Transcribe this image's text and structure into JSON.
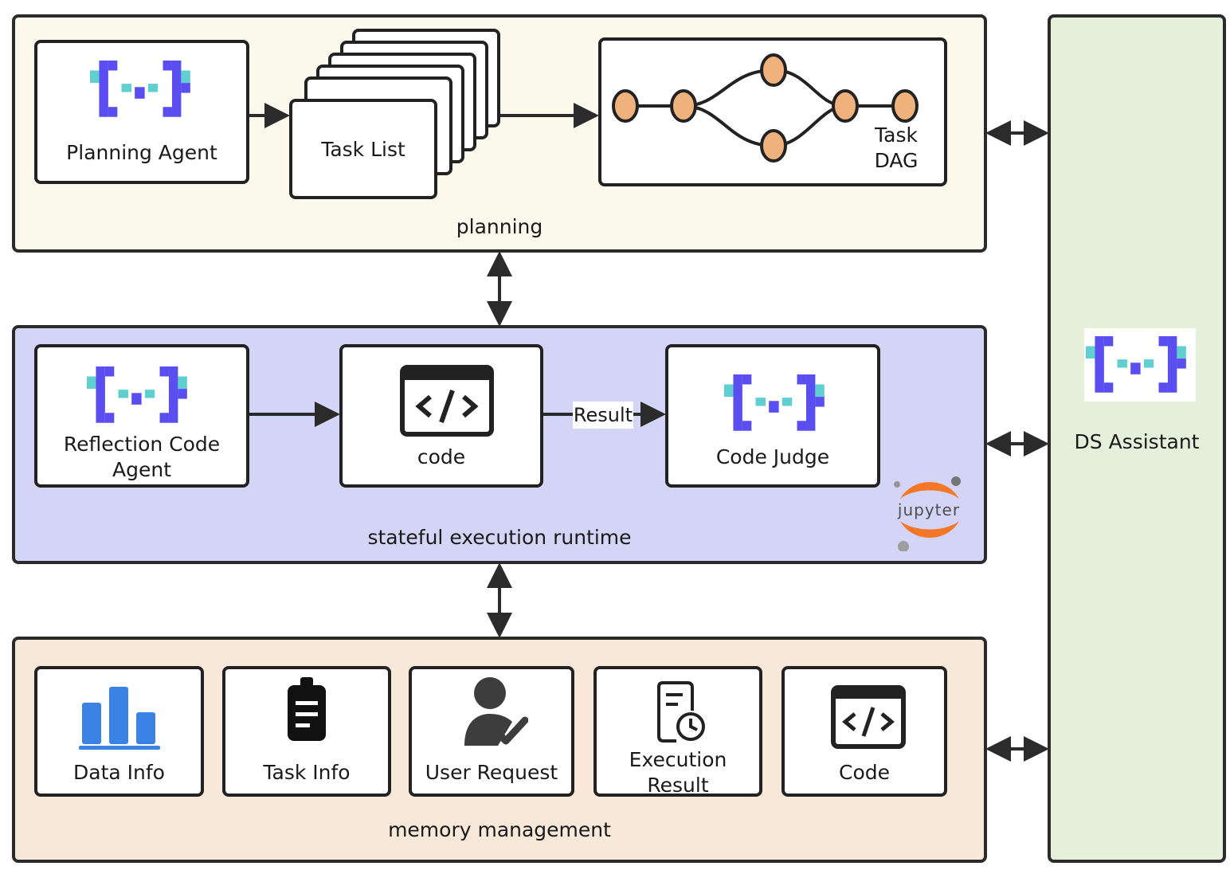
{
  "planning": {
    "label": "planning",
    "planning_agent": "Planning Agent",
    "task_list": "Task List",
    "dag_label_1": "Task",
    "dag_label_2": "DAG"
  },
  "runtime": {
    "label": "stateful execution runtime",
    "agent_line1": "Reflection Code",
    "agent_line2": "Agent",
    "code": "code",
    "result": "Result",
    "judge": "Code Judge",
    "jupyter": "jupyter"
  },
  "memory": {
    "label": "memory management",
    "items": [
      {
        "line1": "Data Info",
        "line2": ""
      },
      {
        "line1": "Task Info",
        "line2": ""
      },
      {
        "line1": "User Request",
        "line2": ""
      },
      {
        "line1": "Execution",
        "line2": "Result"
      },
      {
        "line1": "Code",
        "line2": ""
      }
    ]
  },
  "assistant": {
    "label": "DS Assistant"
  },
  "colors": {
    "planning_bg": "#fbf8ec",
    "runtime_bg": "#d4d5f6",
    "memory_bg": "#f7e8d9",
    "assistant_bg": "#e4f0da",
    "logo_purple": "#5b4ef0",
    "logo_teal": "#5fd0cf",
    "dag_node": "#f0b27c",
    "chart_blue": "#3b82e6",
    "jupyter_orange": "#f37726"
  }
}
